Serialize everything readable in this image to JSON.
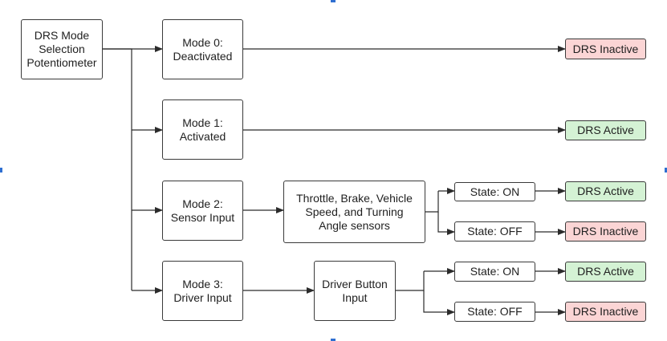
{
  "nodes": {
    "potentiometer": "DRS Mode\nSelection\nPotentiometer",
    "mode0": "Mode 0:\nDeactivated",
    "mode1": "Mode 1:\nActivated",
    "mode2": "Mode 2:\nSensor Input",
    "mode3": "Mode 3:\nDriver Input",
    "sensors": "Throttle, Brake, Vehicle\nSpeed, and Turning\nAngle sensors",
    "driver_button": "Driver Button\nInput",
    "state_on_2": "State: ON",
    "state_off_2": "State: OFF",
    "state_on_3": "State: ON",
    "state_off_3": "State: OFF",
    "out_mode0": "DRS Inactive",
    "out_mode1": "DRS Active",
    "out_mode2_on": "DRS Active",
    "out_mode2_off": "DRS Inactive",
    "out_mode3_on": "DRS Active",
    "out_mode3_off": "DRS Inactive"
  },
  "colors": {
    "inactive_fill": "#fbd5d5",
    "active_fill": "#d4f2d4",
    "line": "#2b2b2b",
    "selection_handle": "#2f6fd1"
  }
}
